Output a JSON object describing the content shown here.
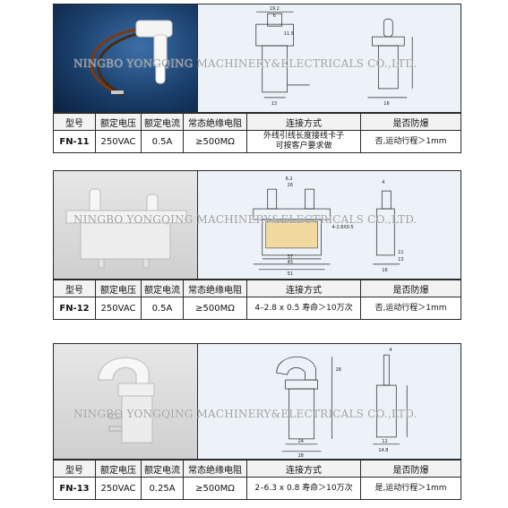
{
  "watermark": "NINGBO YONGQING MACHINERY&ELECTRICALS CO.,LTD.",
  "headers": [
    "型号",
    "额定电压",
    "额定电流",
    "常态绝缘电阻",
    "连接方式",
    "是否防爆"
  ],
  "products": [
    {
      "model": "FN-11",
      "voltage": "250VAC",
      "current": "0.5A",
      "resistance": "≥500MΩ",
      "connection_line1": "外线引线长度接线卡子",
      "connection_line2": "可按客户要求做",
      "explosion": "否,运动行程＞1mm",
      "dims": [
        "19.2",
        "6",
        "11.5",
        "13",
        "16"
      ]
    },
    {
      "model": "FN-12",
      "voltage": "250VAC",
      "current": "0.5A",
      "resistance": "≥500MΩ",
      "connection_line1": "4–2.8 x 0.5 寿命＞10万次",
      "connection_line2": "",
      "explosion": "否,运动行程＞1mm",
      "dims": [
        "6.2",
        "26",
        "4",
        "4-2.8X0.5",
        "37",
        "45",
        "51",
        "11",
        "13",
        "16"
      ]
    },
    {
      "model": "FN-13",
      "voltage": "250VAC",
      "current": "0.25A",
      "resistance": "≥500MΩ",
      "connection_line1": "2–6.3 x 0.8 寿命＞10万次",
      "connection_line2": "",
      "explosion": "是,运动行程＞1mm",
      "dims": [
        "28",
        "4",
        "24",
        "28",
        "12",
        "14.8"
      ]
    }
  ]
}
